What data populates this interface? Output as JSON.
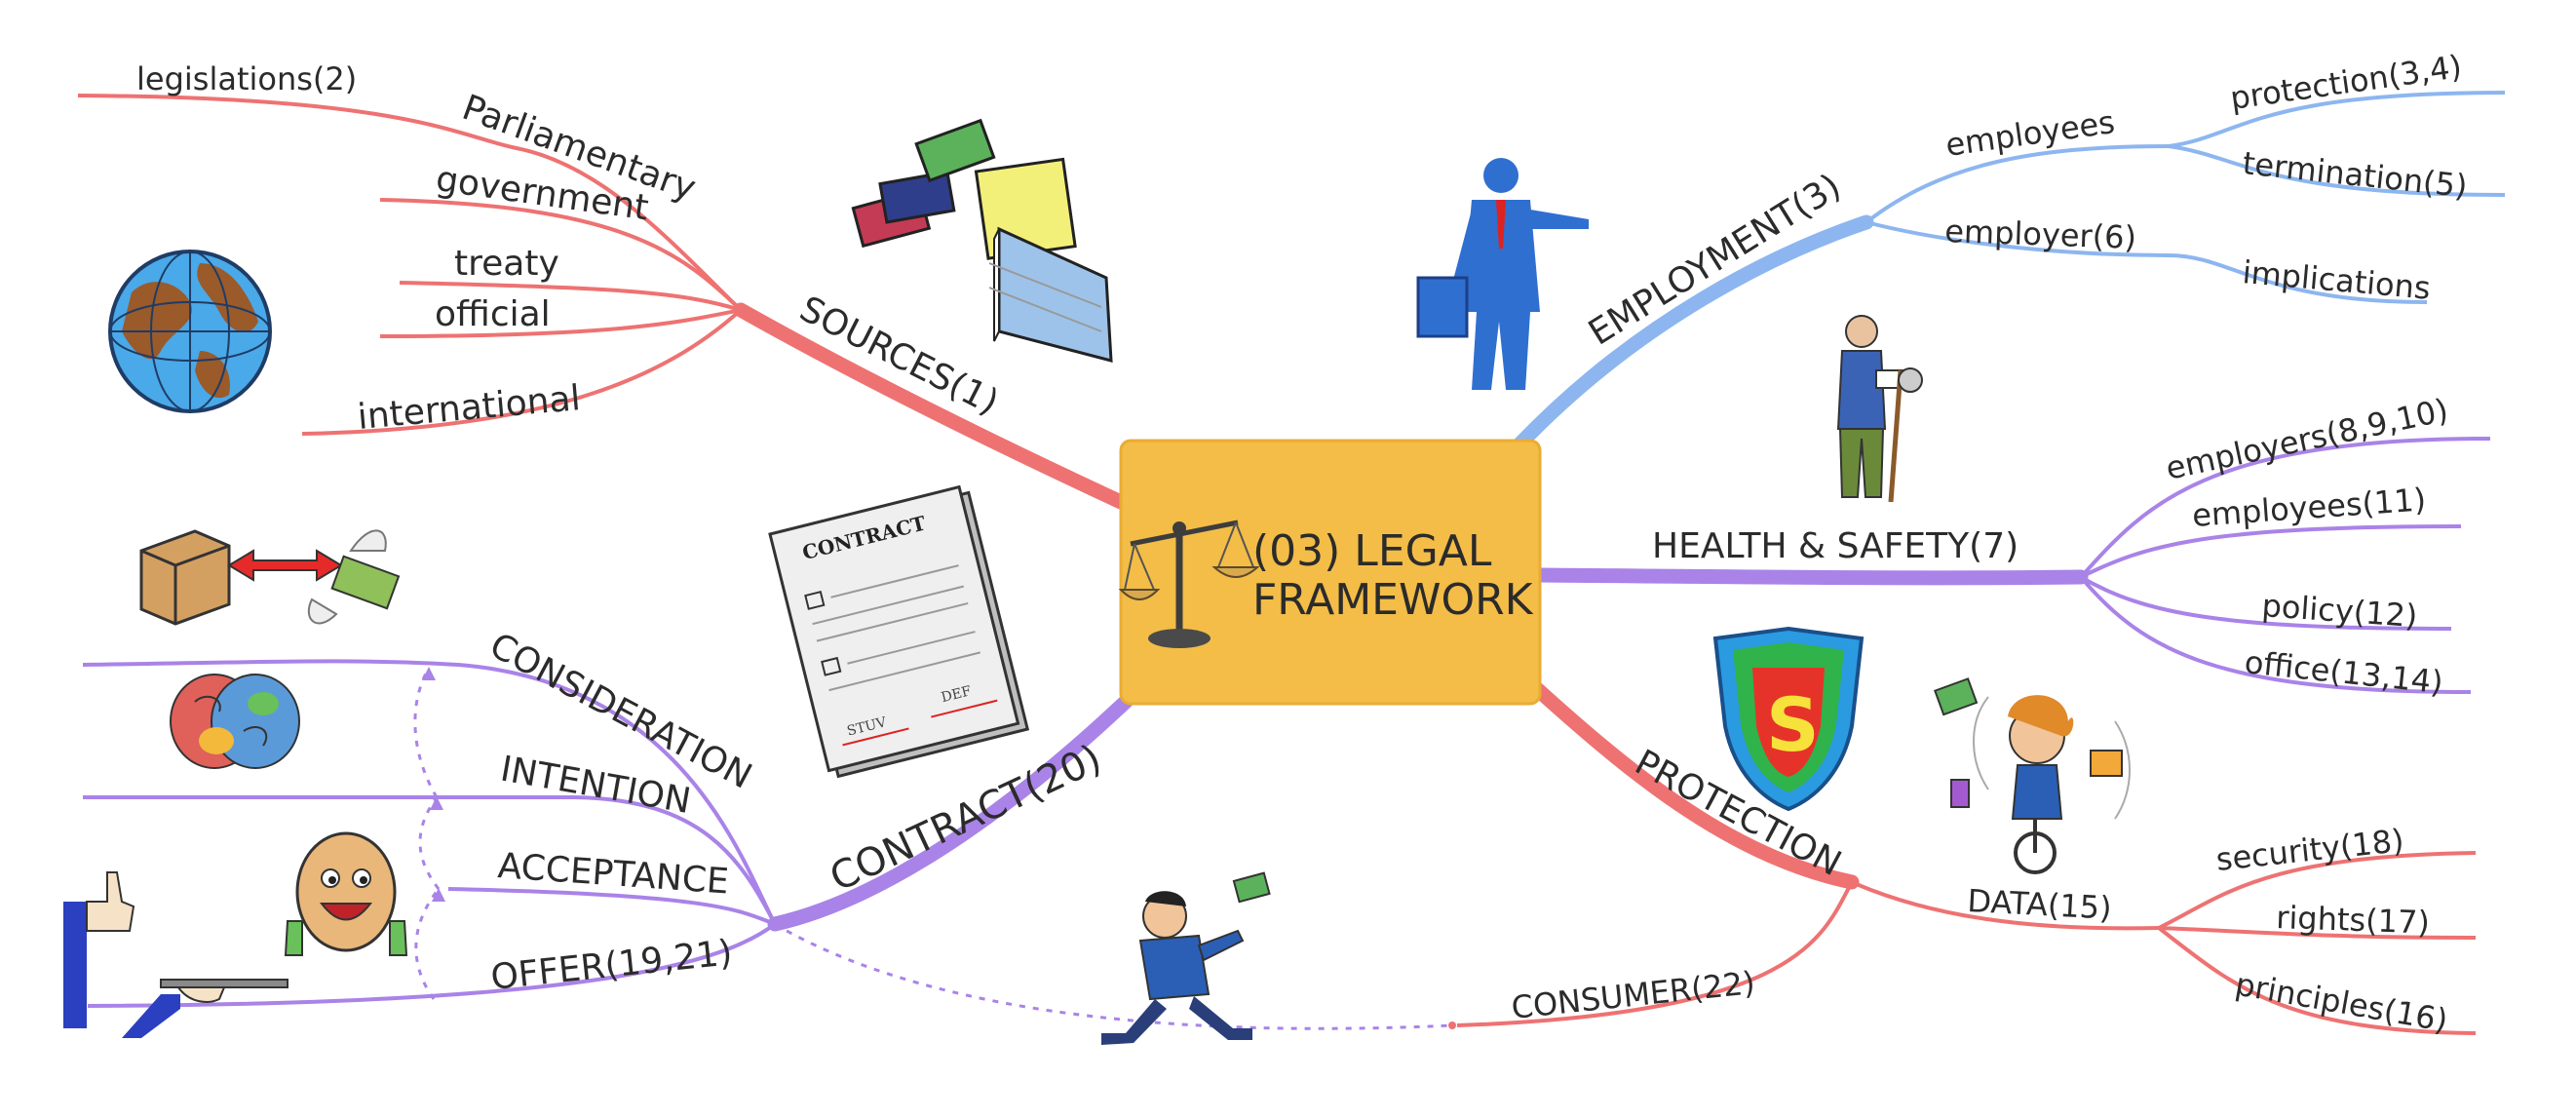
{
  "diagram": {
    "title_line1": "(03) LEGAL",
    "title_line2": "FRAMEWORK",
    "colors": {
      "red": "#ee7272",
      "blue": "#8db6f0",
      "purple": "#a983e8",
      "center_fill": "#f3bd47",
      "center_border": "#e9ac35"
    },
    "branches": {
      "sources": {
        "label": "SOURCES(1)",
        "children": {
          "parliamentary": "Parliamentary",
          "legislations": "legislations(2)",
          "government": "government",
          "treaty": "treaty",
          "official": "official",
          "international": "international"
        }
      },
      "employment": {
        "label": "EMPLOYMENT(3)",
        "employees": "employees",
        "protection": "protection(3,4)",
        "termination": "termination(5)",
        "employer": "employer(6)",
        "implications": "implications"
      },
      "health": {
        "label": "HEALTH & SAFETY(7)",
        "employers": "employers(8,9,10)",
        "employees": "employees(11)",
        "policy": "policy(12)",
        "office": "office(13,14)"
      },
      "protection": {
        "label": "PROTECTION",
        "data": "DATA(15)",
        "security": "security(18)",
        "rights": "rights(17)",
        "principles": "principles(16)",
        "consumer": "CONSUMER(22)"
      },
      "contract": {
        "label": "CONTRACT(20)",
        "consideration": "CONSIDERATION",
        "intention": "INTENTION",
        "acceptance": "ACCEPTANCE",
        "offer": "OFFER(19,21)"
      }
    },
    "illustrations": {
      "globe": "globe-icon",
      "books": "books-icon",
      "businessman": "businessman-icon",
      "injured_worker": "injured-worker-icon",
      "shield": "shield-icon",
      "stressed_person": "stressed-person-icon",
      "running_man": "running-man-icon",
      "contract_paper": "contract-document-icon",
      "box_money": "box-money-exchange-icon",
      "brain": "brain-icon",
      "smiley": "smiley-thumbs-up-icon",
      "thumb_tray": "thumbs-up-tray-icon",
      "scales": "scales-of-justice-icon"
    },
    "contract_paper": {
      "heading": "CONTRACT",
      "sign_left": "STUV",
      "sign_right": "DEF"
    },
    "shield_letter": "S"
  }
}
